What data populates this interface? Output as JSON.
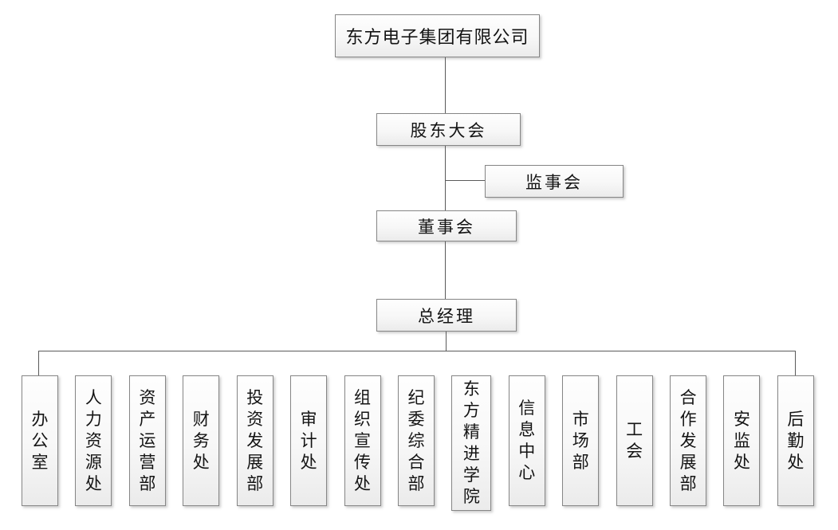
{
  "chart": {
    "title": "东方电子集团有限公司",
    "nodes": {
      "shareholders": {
        "label": "股东大会"
      },
      "supervisory": {
        "label": "监事会"
      },
      "board": {
        "label": "董事会"
      },
      "general_manager": {
        "label": "总经理"
      }
    },
    "hierarchy_chain": [
      "东方电子集团有限公司",
      "股东大会",
      "董事会",
      "总经理"
    ],
    "supervisory_branch_from": "股东大会-董事会连接线",
    "departments": [
      "办公室",
      "人力资源处",
      "资产运营部",
      "财务处",
      "投资发展部",
      "审计处",
      "组织宣传处",
      "纪委综合部",
      "东方精进学院",
      "信息中心",
      "市场部",
      "工会",
      "合作发展部",
      "安监处",
      "后勤处"
    ],
    "colors": {
      "box_border": "#868686",
      "box_fill_top": "#fefefe",
      "box_fill_bottom": "#ebebeb",
      "connector_line": "#5a5a5a",
      "text": "#141414",
      "background": "#ffffff"
    }
  }
}
